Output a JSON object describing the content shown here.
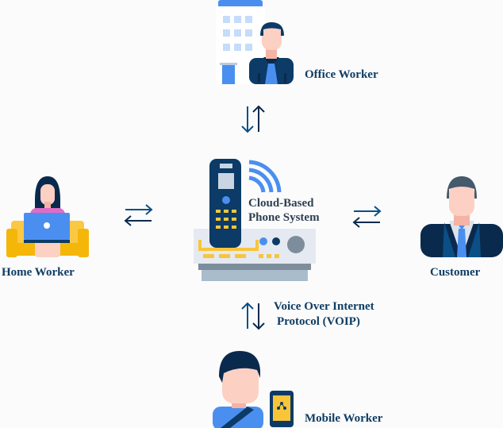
{
  "nodes": {
    "office_worker": {
      "label": "Office Worker"
    },
    "phone_system": {
      "label_line1": "Cloud-Based",
      "label_line2": "Phone System"
    },
    "home_worker": {
      "label": "Home Worker"
    },
    "customer": {
      "label": "Customer"
    },
    "mobile_worker": {
      "label": "Mobile Worker"
    }
  },
  "connections": [
    {
      "from": "office_worker",
      "to": "phone_system",
      "direction": "bidirectional"
    },
    {
      "from": "home_worker",
      "to": "phone_system",
      "direction": "bidirectional"
    },
    {
      "from": "phone_system",
      "to": "customer",
      "direction": "bidirectional"
    },
    {
      "from": "phone_system",
      "to": "mobile_worker",
      "direction": "bidirectional",
      "label_line1": "Voice Over Internet",
      "label_line2": "Protocol (VOIP)"
    }
  ],
  "colors": {
    "navy": "#0b3b66",
    "dark_navy": "#0a2a4d",
    "blue": "#4a8ff0",
    "light_blue": "#c5dcfa",
    "skin": "#fdd0c4",
    "yellow": "#f8c53a",
    "gray": "#7d8d9b"
  }
}
